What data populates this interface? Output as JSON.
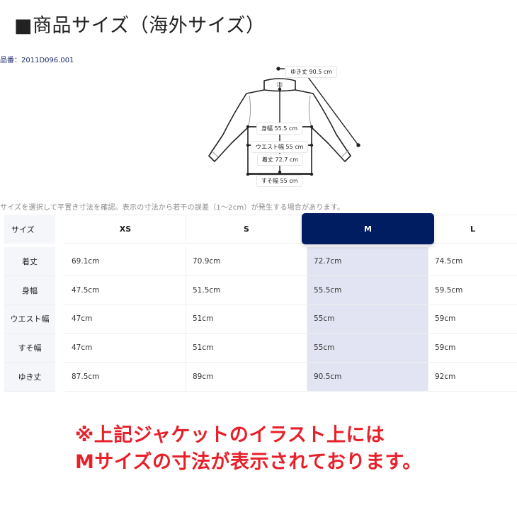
{
  "header": {
    "title": "■商品サイズ（海外サイズ）",
    "product_code": "品番：2011D096.001"
  },
  "illustration": {
    "labels": {
      "sleeve_length": "ゆき丈 90.5 cm",
      "chest_width": "身幅 55.5 cm",
      "waist_width": "ウエスト幅 55 cm",
      "body_length": "着丈 72.7 cm",
      "hem_width": "すそ幅 55 cm"
    }
  },
  "hint": "サイズを選択して平置き寸法を確認。表示の寸法から若干の誤差（1〜2cm）が発生する場合があります。",
  "size_table": {
    "header_label": "サイズ",
    "sizes": [
      "XS",
      "S",
      "M",
      "L"
    ],
    "selected_size": "M",
    "selected_color": "#001d62",
    "highlight_color": "#e3e4f3",
    "rows": [
      {
        "label": "着丈",
        "values": [
          "69.1cm",
          "70.9cm",
          "72.7cm",
          "74.5cm"
        ]
      },
      {
        "label": "身幅",
        "values": [
          "47.5cm",
          "51.5cm",
          "55.5cm",
          "59.5cm"
        ]
      },
      {
        "label": "ウエスト幅",
        "values": [
          "47cm",
          "51cm",
          "55cm",
          "59cm"
        ]
      },
      {
        "label": "すそ幅",
        "values": [
          "47cm",
          "51cm",
          "55cm",
          "59cm"
        ]
      },
      {
        "label": "ゆき丈",
        "values": [
          "87.5cm",
          "89cm",
          "90.5cm",
          "92cm"
        ]
      }
    ]
  },
  "notice": {
    "line1": "※上記ジャケットのイラスト上には",
    "line2": "Mサイズの寸法が表示されております。",
    "color": "#e8202a"
  }
}
